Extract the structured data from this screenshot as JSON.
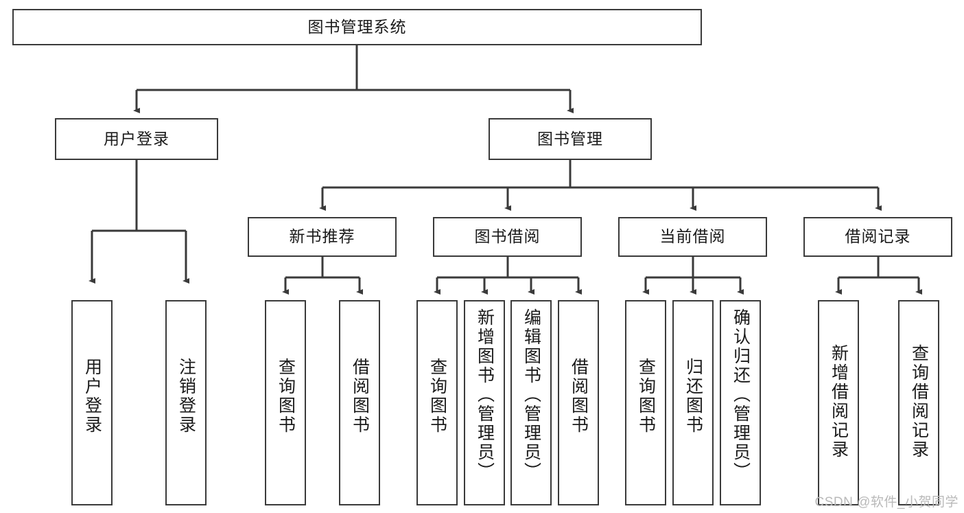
{
  "diagram": {
    "title": "图书管理系统",
    "type": "hierarchy-tree",
    "watermark": "CSDN @软件_小贺同学",
    "colors": {
      "box_border": "#3a3a3a",
      "box_fill": "#ffffff",
      "connector": "#3a3a3a",
      "text": "#1a1a1a",
      "watermark": "#b9b9b9"
    },
    "levels": [
      {
        "level": 1,
        "nodes": [
          {
            "id": "root",
            "label": "图书管理系统"
          }
        ]
      },
      {
        "level": 2,
        "nodes": [
          {
            "id": "login",
            "label": "用户登录",
            "parent": "root"
          },
          {
            "id": "bookmgmt",
            "label": "图书管理",
            "parent": "root"
          }
        ]
      },
      {
        "level": 3,
        "nodes": [
          {
            "id": "newbook",
            "label": "新书推荐",
            "parent": "bookmgmt"
          },
          {
            "id": "borrow",
            "label": "图书借阅",
            "parent": "bookmgmt"
          },
          {
            "id": "current",
            "label": "当前借阅",
            "parent": "bookmgmt"
          },
          {
            "id": "records",
            "label": "借阅记录",
            "parent": "bookmgmt"
          }
        ]
      },
      {
        "level": 4,
        "nodes": [
          {
            "id": "leaf1",
            "label": "用户登录",
            "parent": "login"
          },
          {
            "id": "leaf2",
            "label": "注销登录",
            "parent": "login"
          },
          {
            "id": "leaf3",
            "label": "查询图书",
            "parent": "newbook"
          },
          {
            "id": "leaf4",
            "label": "借阅图书",
            "parent": "newbook"
          },
          {
            "id": "leaf5",
            "label": "查询图书",
            "parent": "borrow"
          },
          {
            "id": "leaf6",
            "label": "新增图书（管理员）",
            "parent": "borrow"
          },
          {
            "id": "leaf7",
            "label": "编辑图书（管理员）",
            "parent": "borrow"
          },
          {
            "id": "leaf8",
            "label": "借阅图书",
            "parent": "borrow"
          },
          {
            "id": "leaf9",
            "label": "查询图书",
            "parent": "current"
          },
          {
            "id": "leaf10",
            "label": "归还图书",
            "parent": "current"
          },
          {
            "id": "leaf11",
            "label": "确认归还（管理员）",
            "parent": "current"
          },
          {
            "id": "leaf12",
            "label": "新增借阅记录",
            "parent": "records"
          },
          {
            "id": "leaf13",
            "label": "查询借阅记录",
            "parent": "records"
          }
        ]
      }
    ]
  }
}
